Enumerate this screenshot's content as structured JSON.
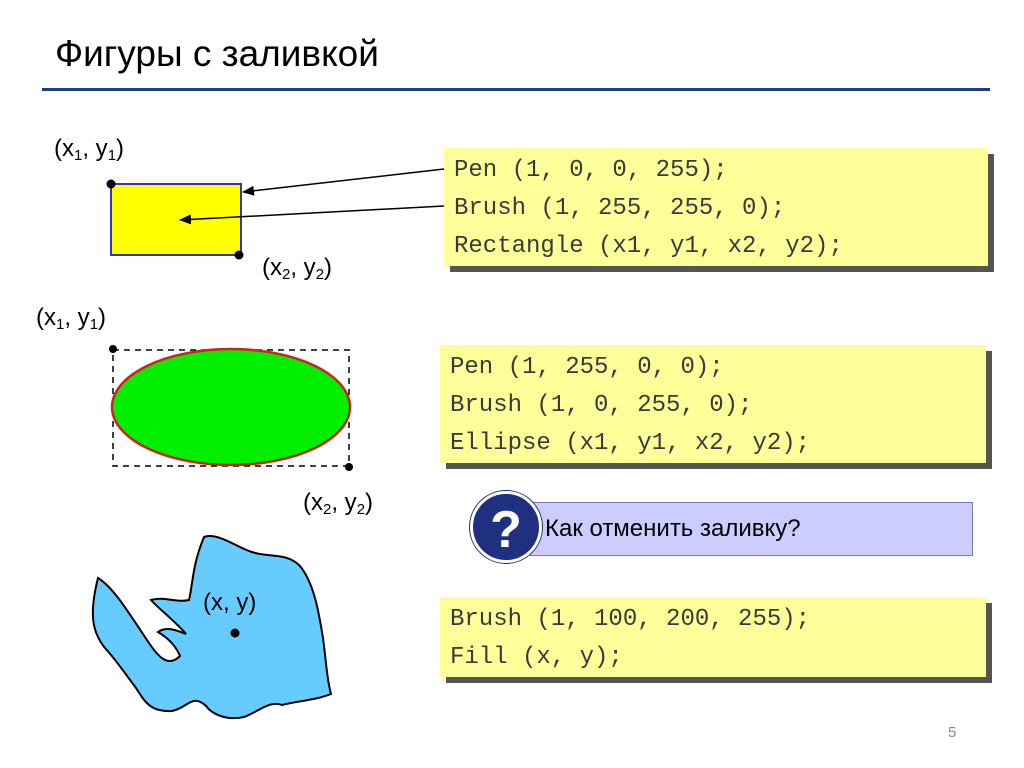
{
  "slide": {
    "title": "Фигуры с заливкой",
    "page_number": "5"
  },
  "rectangle_example": {
    "top_left_label": {
      "pre": "(x",
      "sub1": "1",
      "mid": ", y",
      "sub2": "1",
      "post": ")"
    },
    "bottom_right_label": {
      "pre": "(x",
      "sub1": "2",
      "mid": ", y",
      "sub2": "2",
      "post": ")"
    },
    "fill_color": "#ffff00",
    "stroke_color": "#3333cc",
    "code": [
      "Pen (1, 0, 0, 255);",
      "Brush (1, 255, 255, 0);",
      "Rectangle (x1, y1, x2, y2);"
    ]
  },
  "ellipse_example": {
    "top_left_label": {
      "pre": "(x",
      "sub1": "1",
      "mid": ", y",
      "sub2": "1",
      "post": ")"
    },
    "bottom_right_label": {
      "pre": "(x",
      "sub1": "2",
      "mid": ", y",
      "sub2": "2",
      "post": ")"
    },
    "fill_color": "#00ee00",
    "stroke_color": "#cc2222",
    "code": [
      "Pen (1, 255, 0, 0);",
      "Brush (1, 0, 255, 0);",
      "Ellipse (x1, y1, x2, y2);"
    ]
  },
  "question": {
    "icon": "question-icon",
    "symbol": "?",
    "text": "Как отменить заливку?"
  },
  "fill_example": {
    "point_label": "(x, y)",
    "fill_color": "#66ccff",
    "code": [
      "Brush (1, 100, 200, 255);",
      "Fill (x, y);"
    ]
  },
  "colors": {
    "accent_rule": "#1f3c8c",
    "code_background": "#ffff99",
    "question_background": "#ccccff",
    "question_badge": "#1f3080"
  }
}
